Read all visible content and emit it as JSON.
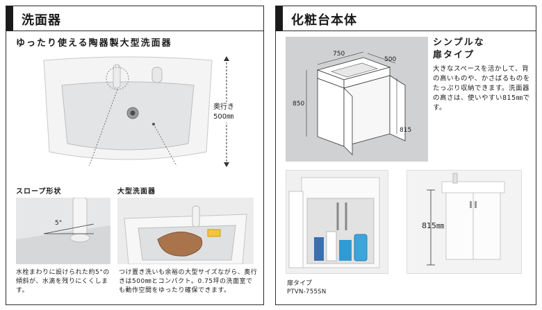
{
  "left": {
    "title": "洗面器",
    "subtitle": "ゆったり使える陶器製大型洗面器",
    "depth_label_1": "奥行き",
    "depth_label_2": "500㎜",
    "slope_label": "スロープ形状",
    "large_label": "大型洗面器",
    "angle_label": "5°",
    "slope_caption": "水栓まわりに設けられた約5°の傾斜が、水滴を残りにくくします。",
    "large_caption": "つけ置き洗いも余裕の大型サイズながら、奥行きは500㎜とコンパクト。0.75坪の洗面室でも動作空間をゆったり確保できます。"
  },
  "right": {
    "title": "化粧台本体",
    "type_title_1": "シンプルな",
    "type_title_2": "扉タイプ",
    "type_desc": "大きなスペースを活かして、背の高いものや、かさばるものをたっぷり収納できます。洗面器の高さは、使いやすい815㎜です。",
    "dim_width": "750",
    "dim_depth": "500",
    "dim_height": "850",
    "dim_sink_height": "815",
    "photo_height_label": "815㎜",
    "door_type_label": "扉タイプ",
    "model_label": "PTVN-755SN"
  },
  "colors": {
    "header_bar": "#1a1a1a",
    "diagram_bg": "#cfd1d2",
    "border": "#2a2a2a"
  }
}
